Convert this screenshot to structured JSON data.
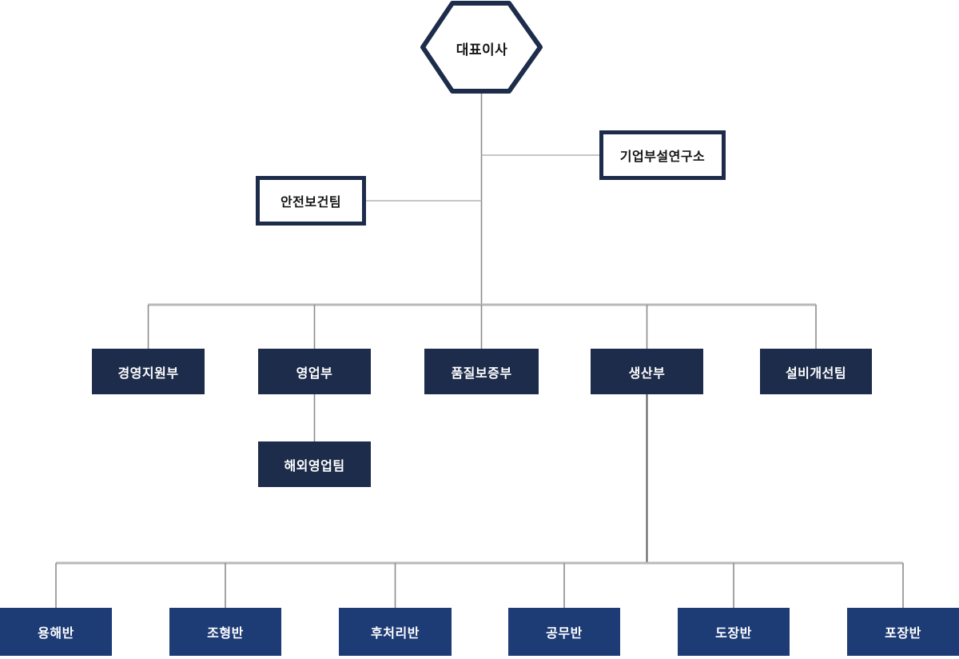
{
  "colors": {
    "navy_dark": "#1d2c4a",
    "navy_blue": "#1d3b75",
    "text_dark": "#141414",
    "text_light": "#ffffff",
    "line_v": "#8c8c8c",
    "line_trunk": "#595959",
    "line_bus": "#b9b9b9",
    "line_branch": "#b3b3b3"
  },
  "nodes": {
    "ceo": {
      "label": "대표이사"
    },
    "research_institute": {
      "label": "기업부설연구소"
    },
    "safety_team": {
      "label": "안전보건팀"
    },
    "dept_management": {
      "label": "경영지원부"
    },
    "dept_sales": {
      "label": "영업부"
    },
    "dept_quality": {
      "label": "품질보증부"
    },
    "dept_production": {
      "label": "생산부"
    },
    "dept_facility": {
      "label": "설비개선팀"
    },
    "team_overseas_sales": {
      "label": "해외영업팀"
    },
    "team_melting": {
      "label": "용해반"
    },
    "team_molding": {
      "label": "조형반"
    },
    "team_post_processing": {
      "label": "후처리반"
    },
    "team_engineering": {
      "label": "공무반"
    },
    "team_painting": {
      "label": "도장반"
    },
    "team_packing": {
      "label": "포장반"
    }
  },
  "structure": {
    "root": "ceo",
    "staff_under_root": [
      "research_institute",
      "safety_team"
    ],
    "level2": [
      "dept_management",
      "dept_sales",
      "dept_quality",
      "dept_production",
      "dept_facility"
    ],
    "children": {
      "dept_sales": [
        "team_overseas_sales"
      ],
      "dept_production": [
        "team_melting",
        "team_molding",
        "team_post_processing",
        "team_engineering",
        "team_painting",
        "team_packing"
      ]
    }
  }
}
